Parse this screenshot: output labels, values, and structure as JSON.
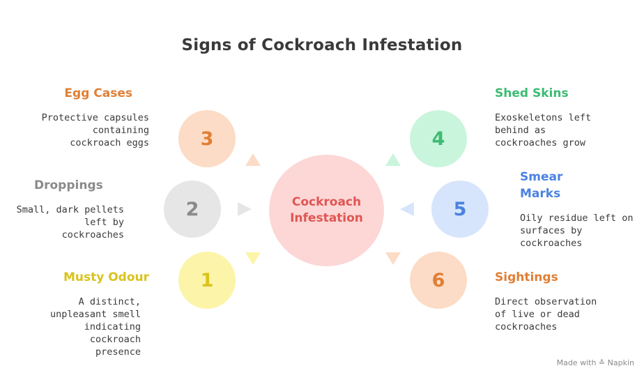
{
  "title": "Signs of Cockroach Infestation",
  "center": {
    "line1": "Cockroach",
    "line2": "Infestation"
  },
  "items": [
    {
      "number": "3",
      "heading": "Egg Cases",
      "desc": [
        "Protective capsules",
        "containing",
        "cockroach eggs"
      ],
      "color": "#e07f35",
      "fill": "#fcdcc6"
    },
    {
      "number": "2",
      "heading": "Droppings",
      "desc": [
        "Small, dark pellets",
        "left by",
        "cockroaches"
      ],
      "color": "#8a8a8a",
      "fill": "#e6e6e6"
    },
    {
      "number": "1",
      "heading": "Musty Odour",
      "desc": [
        "A distinct,",
        "unpleasant smell",
        "indicating",
        "cockroach",
        "presence"
      ],
      "color": "#d9c31c",
      "fill": "#fcf4a9"
    },
    {
      "number": "4",
      "heading": "Shed Skins",
      "desc": [
        "Exoskeletons left",
        "behind as",
        "cockroaches grow"
      ],
      "color": "#3dbb72",
      "fill": "#c9f5dc"
    },
    {
      "number": "5",
      "heading": "Smear Marks",
      "heading_lines": [
        "Smear",
        "Marks"
      ],
      "desc": [
        "Oily residue left on",
        "surfaces by",
        "cockroaches"
      ],
      "color": "#4a82e0",
      "fill": "#d7e5fc"
    },
    {
      "number": "6",
      "heading": "Sightings",
      "desc": [
        "Direct observation",
        "of live or dead",
        "cockroaches"
      ],
      "color": "#e07f35",
      "fill": "#fcdcc6"
    }
  ],
  "footer": {
    "made_with": "Made with",
    "brand": "Napkin"
  }
}
